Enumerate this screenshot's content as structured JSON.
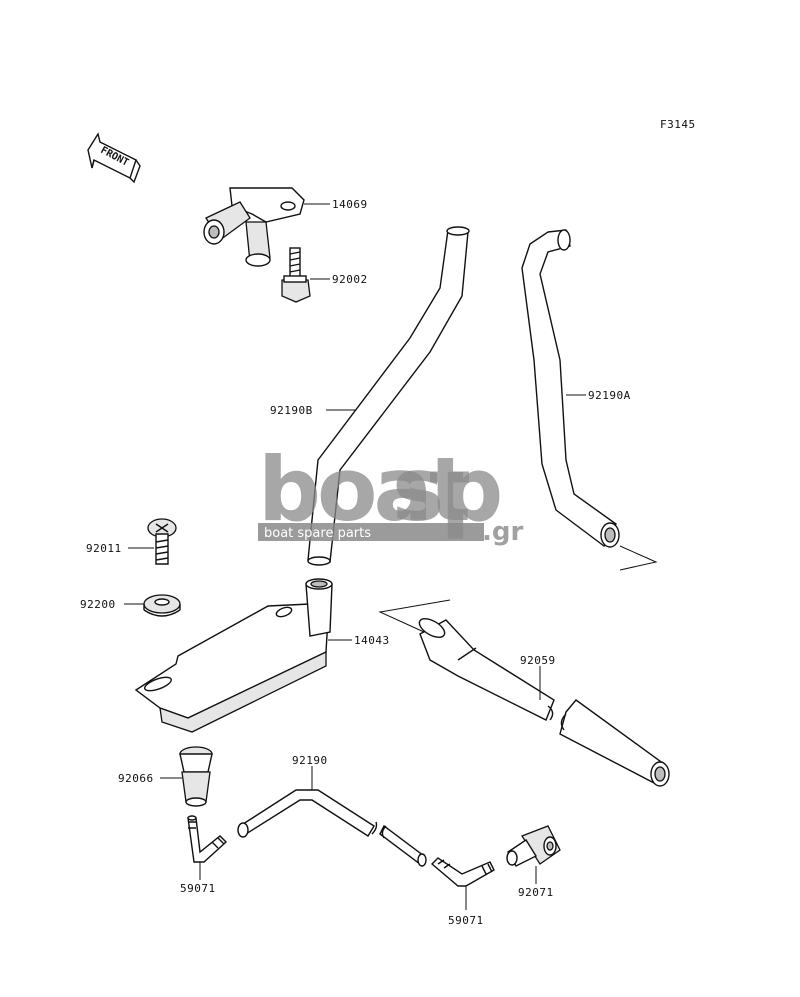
{
  "diagram_code": "F3145",
  "front_label": "FRONT",
  "watermark": {
    "brand_left": "boat",
    "brand_right": "sp",
    "suffix": ".gr",
    "tagline": "boat spare parts",
    "color": "#8a8a8a"
  },
  "parts": [
    {
      "id": "p14069",
      "number": "14069"
    },
    {
      "id": "p92002",
      "number": "92002"
    },
    {
      "id": "p92190B",
      "number": "92190B"
    },
    {
      "id": "p92190A",
      "number": "92190A"
    },
    {
      "id": "p92011",
      "number": "92011"
    },
    {
      "id": "p92200",
      "number": "92200"
    },
    {
      "id": "p14043",
      "number": "14043"
    },
    {
      "id": "p92059",
      "number": "92059"
    },
    {
      "id": "p92066",
      "number": "92066"
    },
    {
      "id": "p92190",
      "number": "92190"
    },
    {
      "id": "p59071a",
      "number": "59071"
    },
    {
      "id": "p59071b",
      "number": "59071"
    },
    {
      "id": "p92071",
      "number": "92071"
    }
  ]
}
